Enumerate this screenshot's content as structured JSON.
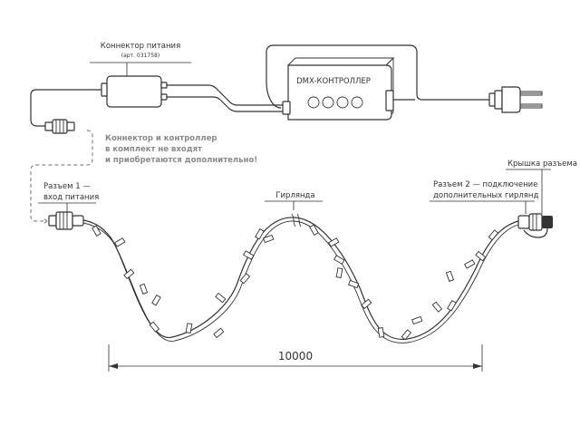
{
  "labels": {
    "power_connector": "Коннектор питания",
    "power_connector_art": "(арт. 031758)",
    "controller": "DMX-КОНТРОЛЛЕР",
    "note_line1": "Коннектор и контроллер",
    "note_line2": "в комплект не входят",
    "note_line3": "и приобретаются дополнительно!",
    "input_line1": "Разъем 1 —",
    "input_line2": "вход питания",
    "garland": "Гирлянда",
    "cap": "Крышка разъема",
    "output_line1": "Разъем 2 — подключение",
    "output_line2": "дополнительных гирлянд",
    "dimension": "10000"
  }
}
